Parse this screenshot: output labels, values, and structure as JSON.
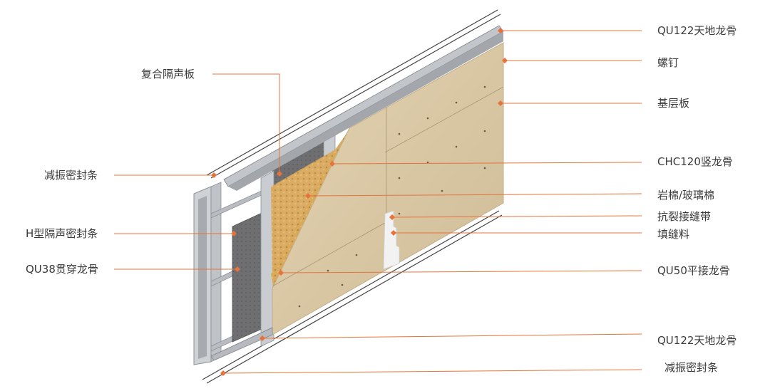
{
  "diagram": {
    "colors": {
      "leader_line": "#e8733a",
      "board_face": "#dccaa8",
      "board_edge": "#c9b48e",
      "steel": "#b9bcc0",
      "steel_dark": "#8d9196",
      "insulation": "#d8a95a",
      "acoustic_panel": "#6d6d70",
      "rail_line": "#444444"
    },
    "labels_left": [
      {
        "id": "composite-acoustic-board",
        "text": "复合隔声板"
      },
      {
        "id": "vibration-seal-strip-left",
        "text": "减振密封条"
      },
      {
        "id": "h-acoustic-seal-strip",
        "text": "H型隔声密封条"
      },
      {
        "id": "qu38-through-keel",
        "text": "QU38贯穿龙骨"
      }
    ],
    "labels_right": [
      {
        "id": "qu122-top-track",
        "text": "QU122天地龙骨"
      },
      {
        "id": "screw",
        "text": "螺钉"
      },
      {
        "id": "base-board",
        "text": "基层板"
      },
      {
        "id": "chc120-stud",
        "text": "CHC120竖龙骨"
      },
      {
        "id": "rock-glass-wool",
        "text": "岩棉/玻璃棉"
      },
      {
        "id": "anti-crack-tape",
        "text": "抗裂接缝带"
      },
      {
        "id": "joint-filler",
        "text": "填缝料"
      },
      {
        "id": "qu50-flat-keel",
        "text": "QU50平接龙骨"
      },
      {
        "id": "qu122-bottom-track",
        "text": "QU122天地龙骨"
      },
      {
        "id": "vibration-seal-strip-right",
        "text": "减振密封条"
      }
    ]
  }
}
